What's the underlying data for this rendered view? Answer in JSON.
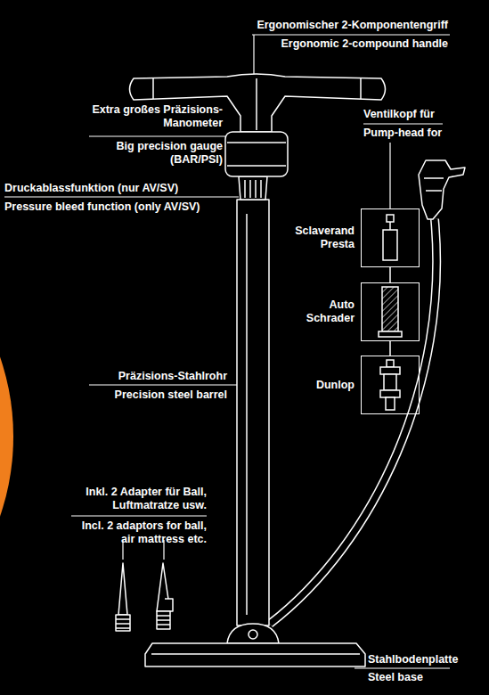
{
  "diagram": {
    "nodes": [
      {
        "text": [
          "Sclaverand Presta"
        ]
      },
      {
        "text": [
          "Auto Schrader"
        ]
      },
      {
        "text": [
          "Dunlop"
        ]
      }
    ],
    "edges": [
      {
        "from": 0,
        "to": 1,
        "arrow": "none"
      },
      {
        "from": 1,
        "to": 2,
        "arrow": "none"
      }
    ],
    "labels": [
      "Ergonomischer 2-Komponentengriff",
      "Ergonomic 2-compound handle",
      "Extra großes Präzisions-Manometer",
      "Big precision gauge (BAR/PSI)",
      "Druckablassfunktion (nur AV/SV)",
      "Pressure bleed function (only AV/SV)",
      "Ventilkopf für",
      "Pump-head for",
      "Präzisions-Stahlrohr",
      "Precision steel barrel",
      "Inkl. 2 Adapter für Ball, Luftmatratze usw.",
      "Incl. 2 adaptors for ball, air mattress etc.",
      "Stahlbodenplatte",
      "Steel base"
    ]
  }
}
